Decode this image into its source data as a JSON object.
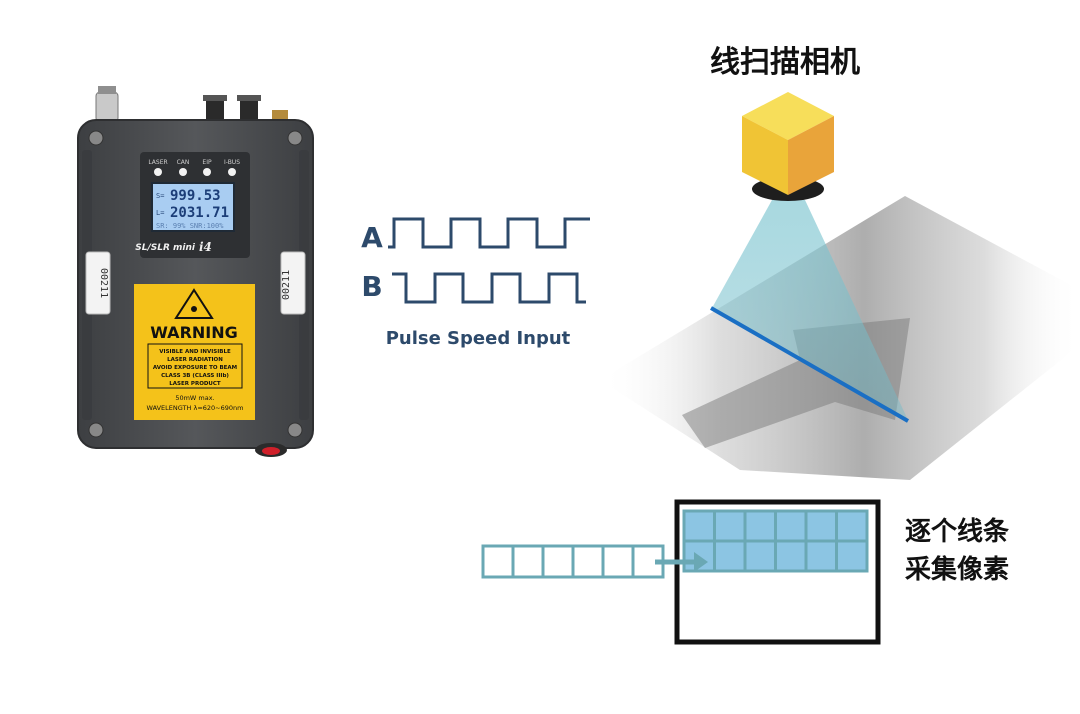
{
  "device": {
    "indicators": [
      "LASER",
      "CAN",
      "EIP",
      "I-BUS"
    ],
    "display": {
      "line1_prefix": "S=",
      "line1_value": "999.53",
      "line2_prefix": "L=",
      "line2_value": "2031.71",
      "line3": "SR: 99% SNR:100%"
    },
    "model_name": "SL/SLR mini",
    "model_suffix": "i4",
    "serial": "00211",
    "warning": {
      "title": "WARNING",
      "lines": [
        "VISIBLE AND INVISIBLE",
        "LASER RADIATION",
        "AVOID EXPOSURE TO BEAM",
        "CLASS 3B (CLASS IIIb)",
        "LASER PRODUCT"
      ],
      "power": "50mW max.",
      "wavelength": "WAVELENGTH λ=620~690nm"
    }
  },
  "pulse": {
    "channel_a": "A",
    "channel_b": "B",
    "caption": "Pulse Speed Input"
  },
  "camera": {
    "title": "线扫描相机"
  },
  "pixel_text": {
    "line1": "逐个线条",
    "line2": "采集像素"
  },
  "colors": {
    "device_body": "#4a4c4f",
    "warning_yellow": "#f4c21a",
    "waveform": "#2d4a6b",
    "camera_yellow": "#f3c43b",
    "beam": "#7fc6d1",
    "scan_line": "#1a6fc4",
    "pixel_fill": "#8cc5e3",
    "pixel_stroke": "#6aa8b4"
  }
}
